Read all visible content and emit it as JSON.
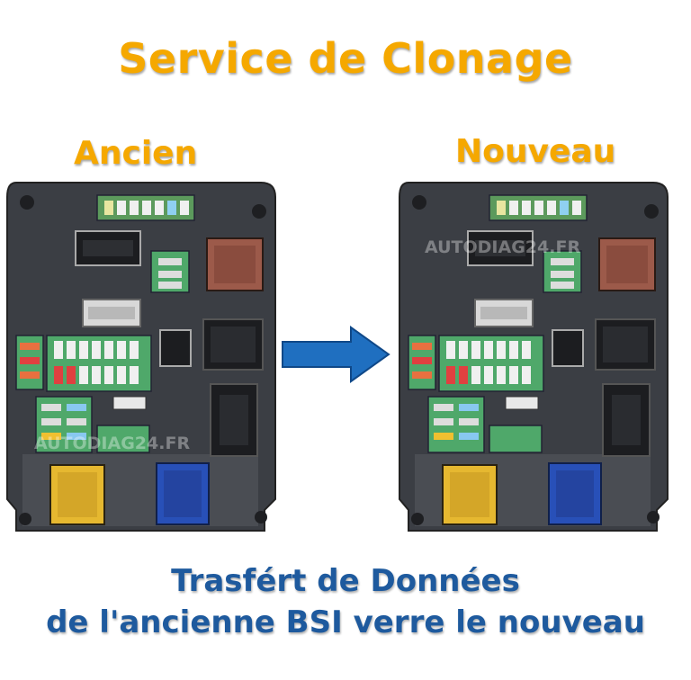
{
  "title": "Service de Clonage",
  "modules": {
    "old": {
      "label": "Ancien",
      "watermark": "AUTODIAG24.FR"
    },
    "new": {
      "label": "Nouveau",
      "watermark": "AUTODIAG24.FR"
    }
  },
  "caption": {
    "line1": "Trasfért de Données",
    "line2": "de l'ancienne BSI verre le nouveau"
  },
  "colors": {
    "title": "#f5a800",
    "caption": "#1e5a9e",
    "arrow": "#1f6fc0",
    "connector_brown": "#9c5a4a",
    "connector_yellow": "#e6b830",
    "connector_blue": "#2850b8",
    "connector_green": "#4fa86a"
  }
}
